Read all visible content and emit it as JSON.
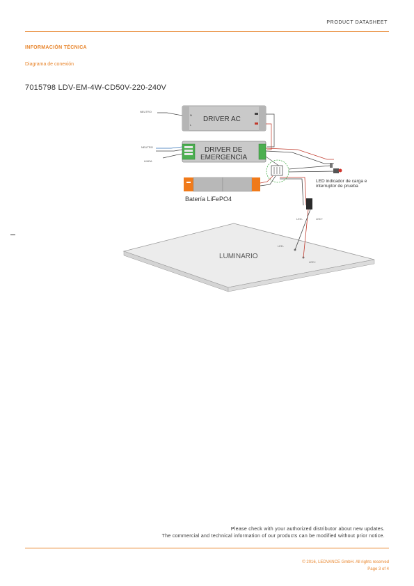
{
  "header": {
    "label": "PRODUCT DATASHEET"
  },
  "section": {
    "title": "INFORMACIÓN TÉCNICA",
    "subtitle": "Diagrama de conexión"
  },
  "product": {
    "title": "7015798 LDV-EM-4W-CD50V-220-240V"
  },
  "diagram": {
    "driver_ac": "DRIVER AC",
    "driver_em_line1": "DRIVER DE",
    "driver_em_line2": "EMERGENCIA",
    "label_neutro_top": "NEUTRO",
    "label_neutro": "NEUTRO",
    "label_linea": "LINEA",
    "battery": "Batería LiFePO4",
    "led_indicator_line1": "LED indicador de carga e",
    "led_indicator_line2": "interruptor de prueba",
    "led_minus": "LED-",
    "led_plus": "LED+",
    "luminaire": "LUMINARIO",
    "lum_led_minus": "LED-",
    "lum_led_plus": "LED+",
    "term_n": "N",
    "term_l": "L",
    "colors": {
      "accent": "#e8842a",
      "battery_orange": "#f07a1a",
      "wire_red": "#c0392b",
      "wire_blue": "#2f6fb5",
      "box_fill": "#c9c9c9",
      "panel_fill": "#ececec"
    }
  },
  "footer": {
    "note_line1": "Please check with your authorized distributor about new updates.",
    "note_line2": "The commercial and technical information of our products can be modified without prior notice.",
    "copyright": "© 2016, LEDVANCE GmbH. All rights reserved",
    "page": "Page 3 of 4"
  }
}
